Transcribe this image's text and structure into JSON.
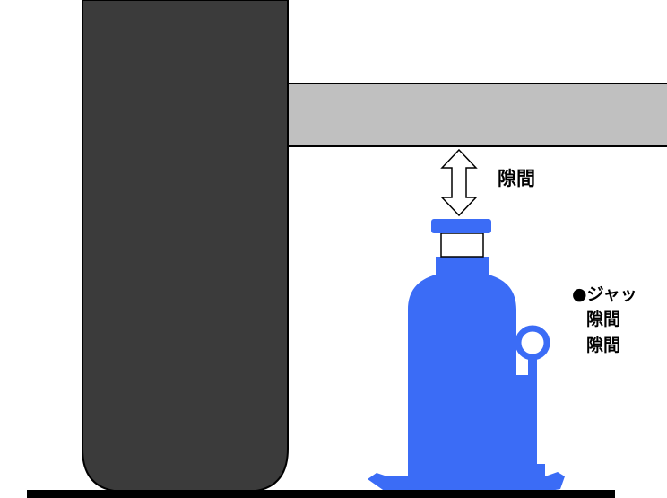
{
  "labels": {
    "gap": "隙間"
  },
  "note": {
    "line1": "●ジャッ",
    "line2": "隙間",
    "line3": "隙間"
  },
  "colors": {
    "tire": "#3b3b3b",
    "beam": "#c0c0c0",
    "jack": "#3b6cf6",
    "ground": "#000000",
    "outline": "#000000"
  }
}
